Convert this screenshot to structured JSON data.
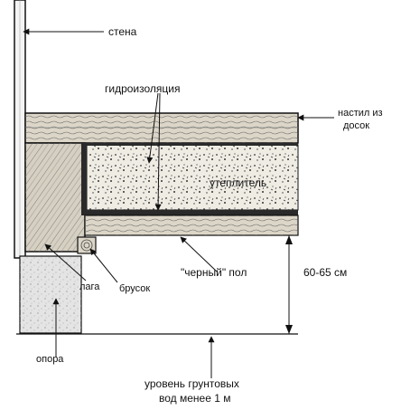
{
  "labels": {
    "wall": "стена",
    "waterproofing": "гидроизоляция",
    "deck_line1": "настил из",
    "deck_line2": "досок",
    "insulation": "утеплитель",
    "joist": "лага",
    "bar": "брусок",
    "subfloor": "\"черный\" пол",
    "height": "60-65 см",
    "support": "опора",
    "groundwater_line1": "уровень грунтовых",
    "groundwater_line2": "вод менее 1 м"
  },
  "colors": {
    "ink": "#111111",
    "wood": "#dcd6c8",
    "insulation": "#efece4",
    "membrane": "#2a2a2a",
    "concrete": "#e4e4e4"
  }
}
